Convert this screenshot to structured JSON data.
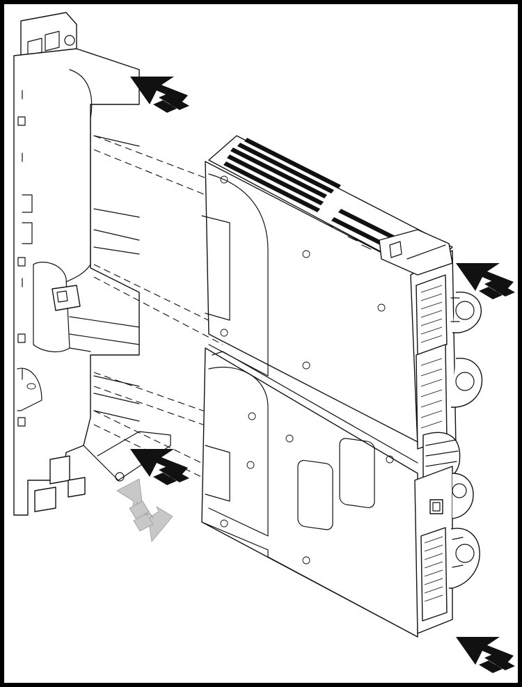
{
  "figure": {
    "kind": "technical assembly illustration",
    "components": {
      "backplate": "rack-backplate",
      "module_upper": "plug-in-module-upper",
      "module_lower": "plug-in-module-lower"
    },
    "arrows": {
      "insert_color": "#111111",
      "slide_color": "#c8c8c8"
    },
    "border_color": "#000000",
    "line_color": "#111111"
  }
}
